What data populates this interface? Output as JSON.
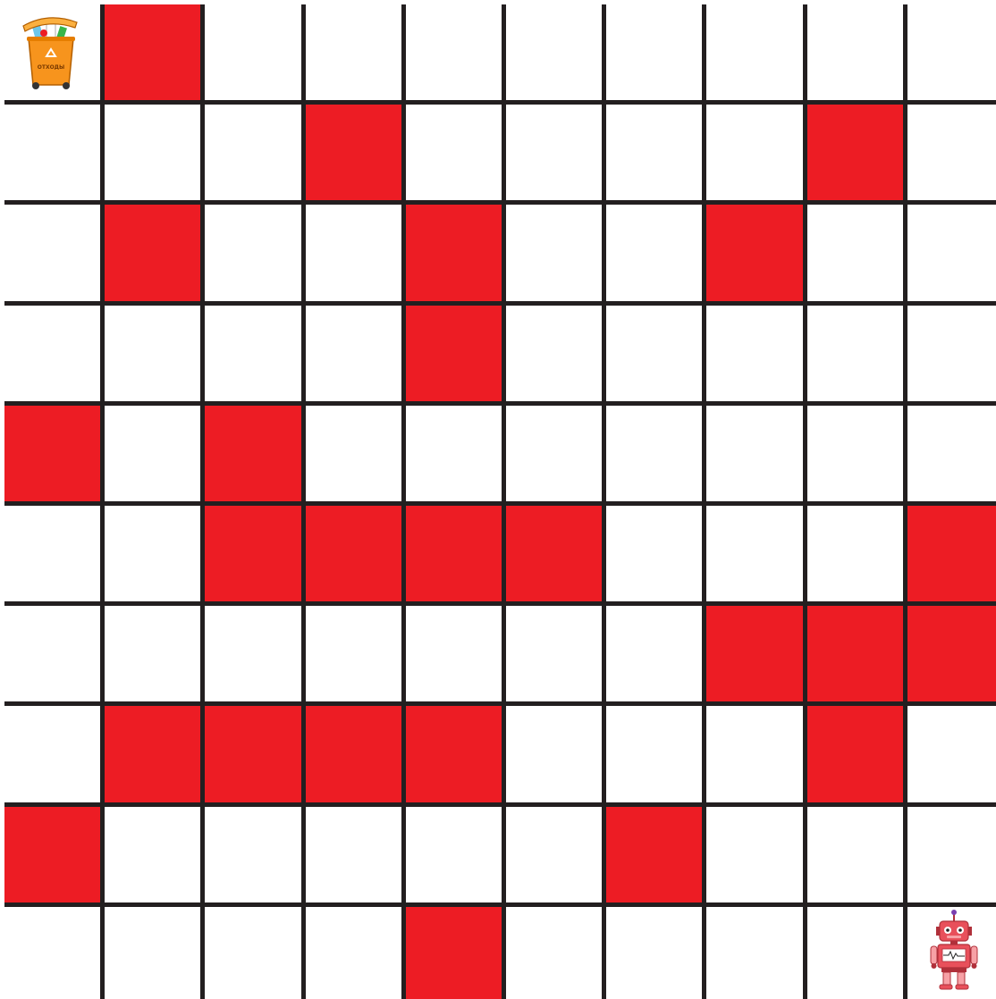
{
  "board": {
    "rows": 10,
    "cols": 10,
    "colors": {
      "empty": "#ffffff",
      "blocked": "#ed1c24",
      "grid_line": "#231f20"
    },
    "cells": [
      [
        0,
        1,
        0,
        0,
        0,
        0,
        0,
        0,
        0,
        0
      ],
      [
        0,
        0,
        0,
        1,
        0,
        0,
        0,
        0,
        1,
        0
      ],
      [
        0,
        1,
        0,
        0,
        1,
        0,
        0,
        1,
        0,
        0
      ],
      [
        0,
        0,
        0,
        0,
        1,
        0,
        0,
        0,
        0,
        0
      ],
      [
        1,
        0,
        1,
        0,
        0,
        0,
        0,
        0,
        0,
        0
      ],
      [
        0,
        0,
        1,
        1,
        1,
        1,
        0,
        0,
        0,
        1
      ],
      [
        0,
        0,
        0,
        0,
        0,
        0,
        0,
        1,
        1,
        1
      ],
      [
        0,
        1,
        1,
        1,
        1,
        0,
        0,
        0,
        1,
        0
      ],
      [
        1,
        0,
        0,
        0,
        0,
        0,
        1,
        0,
        0,
        0
      ],
      [
        0,
        0,
        0,
        0,
        1,
        0,
        0,
        0,
        0,
        0
      ]
    ],
    "trash_bin": {
      "row": 0,
      "col": 0,
      "icon": "recycle-bin-icon",
      "label": "ОТХОДЫ"
    },
    "robot": {
      "row": 9,
      "col": 9,
      "icon": "robot-icon"
    }
  }
}
